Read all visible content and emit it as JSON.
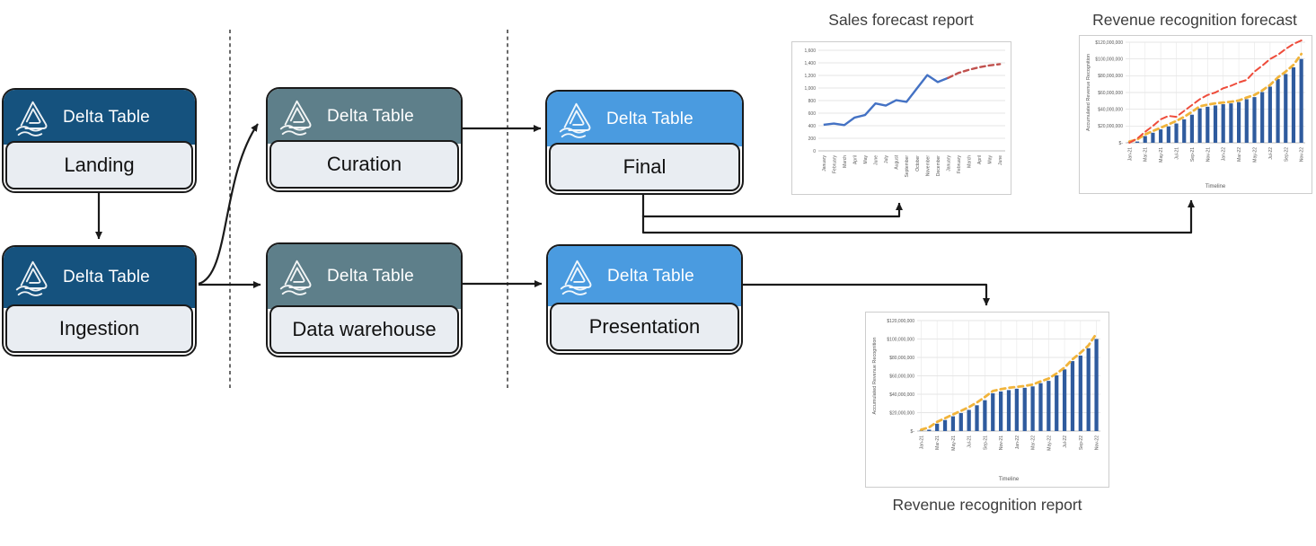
{
  "diagram": {
    "product_name": "Delta Table",
    "label_bg": "#E9EDF2",
    "node_border_color": "#1a1a1a",
    "connector_color": "#1a1a1a",
    "nodes": [
      {
        "product": "Delta Table",
        "stage": "Landing",
        "header_color": "#15527E"
      },
      {
        "product": "Delta Table",
        "stage": "Ingestion",
        "header_color": "#15527E"
      },
      {
        "product": "Delta Table",
        "stage": "Curation",
        "header_color": "#5E7F8A"
      },
      {
        "product": "Delta Table",
        "stage": "Data warehouse",
        "header_color": "#5E7F8A"
      },
      {
        "product": "Delta Table",
        "stage": "Final",
        "header_color": "#4A9BE0"
      },
      {
        "product": "Delta Table",
        "stage": "Presentation",
        "header_color": "#4A9BE0"
      }
    ]
  },
  "chart_data": [
    {
      "type": "line",
      "title": "Sales forecast report",
      "title_position": "above",
      "x_labels": [
        "January",
        "February",
        "March",
        "April",
        "May",
        "June",
        "July",
        "August",
        "September",
        "October",
        "November",
        "December",
        "January",
        "February",
        "March",
        "April",
        "May",
        "June"
      ],
      "y_ticks": [
        "0",
        "200",
        "400",
        "600",
        "800",
        "1,000",
        "1,200",
        "1,400",
        "1,600"
      ],
      "ylim": [
        0,
        1600
      ],
      "grid": "horizontal",
      "legend": "none",
      "series": [
        {
          "name": "actuals",
          "style": "solid",
          "color": "#4472C4",
          "start_index": 0,
          "values": [
            415,
            435,
            410,
            530,
            570,
            755,
            720,
            805,
            780,
            995,
            1205,
            1095,
            1160
          ]
        },
        {
          "name": "forecast",
          "style": "dashed",
          "color": "#C0504D",
          "start_index": 12,
          "values": [
            1160,
            1240,
            1290,
            1330,
            1360,
            1380
          ]
        }
      ]
    },
    {
      "type": "bar",
      "title": "Revenue recognition forecast",
      "title_position": "above",
      "xlabel": "Timeline",
      "ylabel": "Accumulated Revenue Recognition",
      "x_tick_labels": [
        "Jan-21",
        "Mar-21",
        "May-21",
        "Jul-21",
        "Sep-21",
        "Nov-21",
        "Jan-22",
        "Mar-22",
        "May-22",
        "Jul-22",
        "Sep-22",
        "Nov-22"
      ],
      "y_ticks": [
        "$-",
        "$20,000,000",
        "$40,000,000",
        "$60,000,000",
        "$80,000,000",
        "$100,000,000",
        "$120,000,000"
      ],
      "ylim_millions": [
        0,
        120
      ],
      "grid": "both",
      "legend": "none",
      "bars": {
        "name": "accumulated_revenue",
        "color": "#2F5B9E",
        "values_millions": [
          0.5,
          1.5,
          8,
          12,
          16,
          19.5,
          23,
          28,
          33.5,
          41,
          43,
          44.5,
          46,
          47,
          48.5,
          52,
          54.5,
          60.5,
          67,
          76,
          82,
          90,
          100
        ]
      },
      "lines": [
        {
          "name": "recognized_trend",
          "style": "dashed",
          "color": "#F1B43B",
          "values_millions": [
            1.5,
            4,
            10,
            14,
            18,
            22,
            26,
            31,
            37,
            43.5,
            45.5,
            47,
            48,
            49,
            50.5,
            54,
            57,
            62.5,
            69,
            78,
            85,
            93,
            106
          ]
        },
        {
          "name": "forecast",
          "style": "dashed",
          "color": "#EE4C3B",
          "values_millions": [
            0,
            5,
            13,
            20,
            28,
            32,
            31,
            38,
            45,
            52,
            57,
            60,
            65,
            68,
            72,
            75,
            85,
            92,
            100,
            105,
            112,
            118,
            122
          ]
        }
      ]
    },
    {
      "type": "bar",
      "title": "Revenue recognition report",
      "title_position": "below",
      "xlabel": "Timeline",
      "ylabel": "Accumulated Revenue Recognition",
      "x_tick_labels": [
        "Jan-21",
        "Mar-21",
        "May-21",
        "Jul-21",
        "Sep-21",
        "Nov-21",
        "Jan-22",
        "Mar-22",
        "May-22",
        "Jul-22",
        "Sep-22",
        "Nov-22"
      ],
      "y_ticks": [
        "$-",
        "$20,000,000",
        "$40,000,000",
        "$60,000,000",
        "$80,000,000",
        "$100,000,000",
        "$120,000,000"
      ],
      "ylim_millions": [
        0,
        120
      ],
      "grid": "both",
      "legend": "none",
      "bars": {
        "name": "accumulated_revenue",
        "color": "#2F5B9E",
        "values_millions": [
          0.5,
          1.5,
          8,
          12,
          16,
          19.5,
          23,
          28,
          33.5,
          41,
          43,
          44.5,
          46,
          47,
          48.5,
          52,
          54.5,
          60.5,
          67,
          76,
          82,
          90,
          100
        ]
      },
      "lines": [
        {
          "name": "recognized_trend",
          "style": "dashed",
          "color": "#F1B43B",
          "values_millions": [
            1.5,
            4,
            10,
            14,
            18,
            22,
            26,
            31,
            37,
            43.5,
            45.5,
            47,
            48,
            49,
            50.5,
            54,
            57,
            62.5,
            69,
            78,
            85,
            93,
            106
          ]
        }
      ]
    }
  ]
}
